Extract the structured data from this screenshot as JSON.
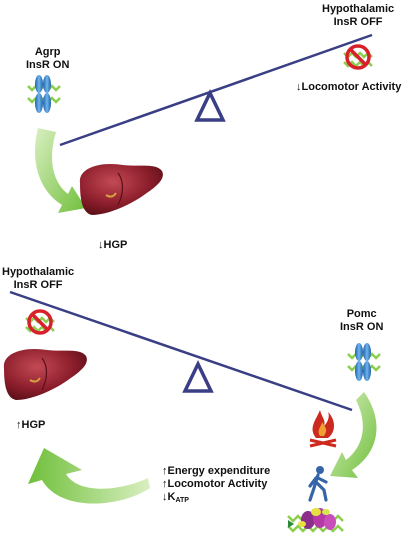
{
  "panel_top": {
    "left_label_line1": "Agrp",
    "left_label_line2": "InsR ON",
    "right_label_line1": "Hypothalamic",
    "right_label_line2": "InsR OFF",
    "right_effect": "↓Locomotor Activity",
    "liver_effect": "↓HGP"
  },
  "panel_bottom": {
    "left_label_line1": "Hypothalamic",
    "left_label_line2": "InsR OFF",
    "right_label_line1": "Pomc",
    "right_label_line2": "InsR ON",
    "liver_effect": "↑HGP",
    "effects": {
      "line1": "↑Energy expenditure",
      "line2": "↑Locomotor Activity",
      "line3_prefix": "↓K",
      "line3_sub": "ATP"
    }
  },
  "colors": {
    "seesaw": "#3a3f85",
    "arrow_green": "#7dc242",
    "receptor_blue": "#3d8fd6",
    "receptor_green": "#8ccf4d",
    "no_sign_red": "#d8202a",
    "liver": "#8e1f2c",
    "flame": "#cc2a1f",
    "person": "#3565a8"
  },
  "icons": [
    "insulin-receptor-icon",
    "no-sign-icon",
    "liver-icon",
    "fire-icon",
    "walking-person-icon",
    "katp-channel-icon"
  ]
}
